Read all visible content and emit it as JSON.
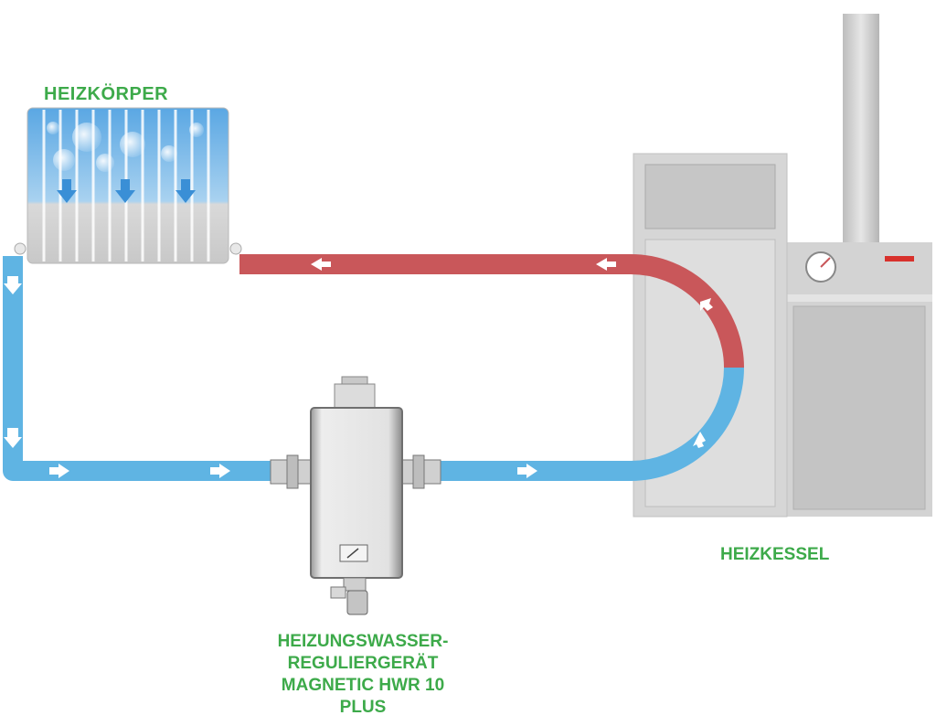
{
  "labels": {
    "radiator": "HEIZKÖRPER",
    "boiler": "HEIZKESSEL",
    "device": {
      "line1": "HEIZUNGSWASSER-",
      "line2": "REGULIERGERÄT",
      "line3": "MAGNETIC HWR 10",
      "line4": "PLUS"
    }
  },
  "colors": {
    "label_green": "#3daa4a",
    "hot_pipe": "#c9575a",
    "cold_pipe": "#5fb4e3",
    "boiler_gray": "#c4c4c4",
    "indicator_red": "#d8312c"
  },
  "icons": {
    "flow_arrow": "white-arrow-icon",
    "gauge": "pressure-gauge-icon"
  }
}
